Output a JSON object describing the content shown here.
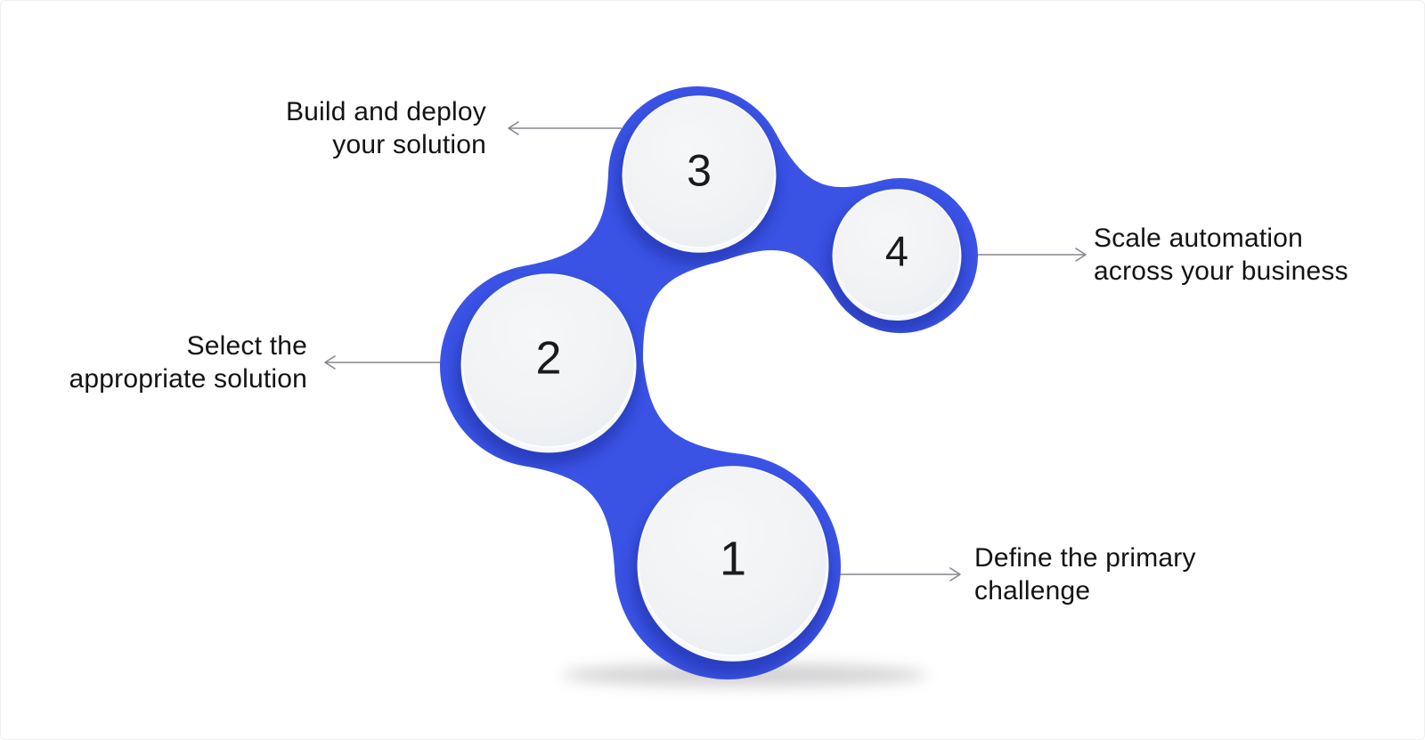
{
  "diagram": {
    "type": "process-flow",
    "steps": [
      {
        "number": "1",
        "label_lines": [
          "Define the primary",
          "challenge"
        ],
        "label_side": "right"
      },
      {
        "number": "2",
        "label_lines": [
          "Select the",
          "appropriate solution"
        ],
        "label_side": "left"
      },
      {
        "number": "3",
        "label_lines": [
          "Build and deploy",
          "your solution"
        ],
        "label_side": "left"
      },
      {
        "number": "4",
        "label_lines": [
          "Scale automation",
          "across your business"
        ],
        "label_side": "right"
      }
    ],
    "colors": {
      "blob": "#3B53E5",
      "blob_shadow": "#1B2DA0",
      "disc": "#EFF1F3",
      "disc_rim": "#F6F8FA",
      "arrow": "#85858D",
      "label_text": "#131316",
      "number_text": "#1A1A1C",
      "ground_shadow": "#98989C",
      "background": "#FFFFFF"
    }
  }
}
